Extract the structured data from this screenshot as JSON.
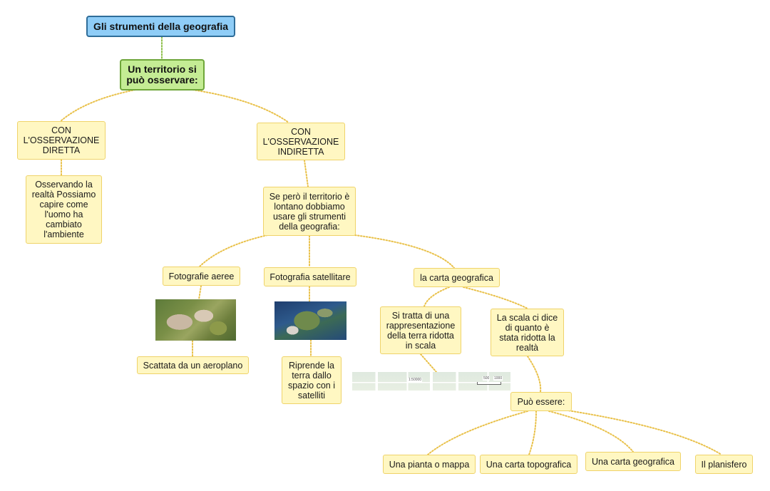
{
  "title": "Gli strumenti della geografia",
  "root": "Un territorio si\npuò osservare:",
  "direct": {
    "label": "CON\nL'OSSERVAZIONE\nDIRETTA",
    "detail": "Osservando la\nrealtà Possiamo\ncapire come\nl'uomo ha\ncambiato\nl'ambiente"
  },
  "indirect": {
    "label": "CON\nL'OSSERVAZIONE\nINDIRETTA",
    "detail": "Se però il territorio è\nlontano dobbiamo\nusare gli strumenti\ndella geografia:"
  },
  "tools": {
    "aerial": {
      "label": "Fotografie aeree",
      "detail": "Scattata da un aeroplano"
    },
    "satellite": {
      "label": "Fotografia satellitare",
      "detail": "Riprende la\nterra dallo\nspazio con i\nsatelliti"
    },
    "map": {
      "label": "la carta geografica",
      "representation": "Si tratta di una\nrappresentazione\ndella terra ridotta\nin scala",
      "scale": "La scala ci dice\ndi quanto è\nstata ridotta la\nrealtà",
      "can_be": "Può essere:",
      "map_scale_1": "1:50000",
      "map_scale_2a": "500",
      "map_scale_2b": "1000"
    }
  },
  "map_types": [
    "Una pianta o mappa",
    "Una carta topografica",
    "Una carta geografica",
    "Il planisfero"
  ],
  "colors": {
    "title_fill": "#8fcdf7",
    "root_fill": "#c4ec94",
    "node_fill": "#fff7c2",
    "link": "#e9c14a"
  }
}
